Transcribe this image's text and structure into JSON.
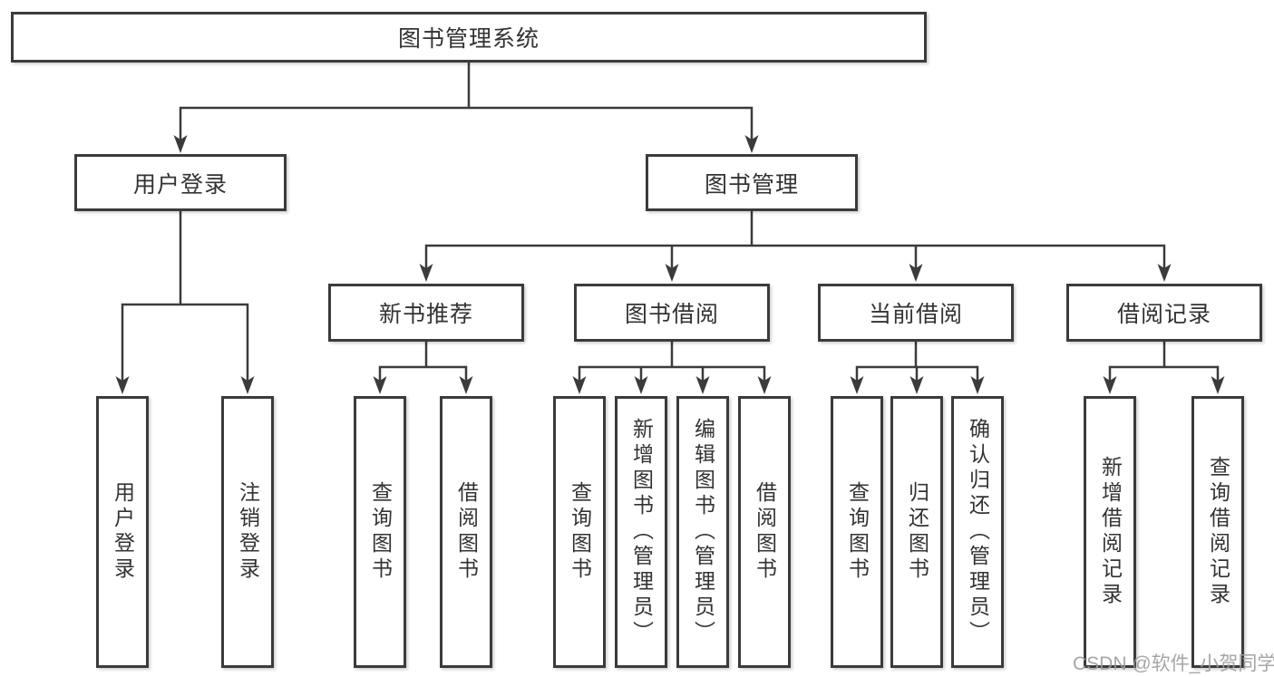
{
  "tree": {
    "root": {
      "label": "图书管理系统",
      "children": [
        {
          "label": "用户登录",
          "children": [
            {
              "label": "用户登录"
            },
            {
              "label": "注销登录"
            }
          ]
        },
        {
          "label": "图书管理",
          "children": [
            {
              "label": "新书推荐",
              "children": [
                {
                  "label": "查询图书"
                },
                {
                  "label": "借阅图书"
                }
              ]
            },
            {
              "label": "图书借阅",
              "children": [
                {
                  "label": "查询图书"
                },
                {
                  "label": "新增图书（管理员）"
                },
                {
                  "label": "编辑图书（管理员）"
                },
                {
                  "label": "借阅图书"
                }
              ]
            },
            {
              "label": "当前借阅",
              "children": [
                {
                  "label": "查询图书"
                },
                {
                  "label": "归还图书"
                },
                {
                  "label": "确认归还（管理员）"
                }
              ]
            },
            {
              "label": "借阅记录",
              "children": [
                {
                  "label": "新增借阅记录"
                },
                {
                  "label": "查询借阅记录"
                }
              ]
            }
          ]
        }
      ]
    }
  },
  "watermark": {
    "text": "CSDN @软件_小贺同学"
  },
  "colors": {
    "line": "#3b3b3b",
    "text": "#333333",
    "watermark": "#9e9e9e",
    "background": "#ffffff"
  }
}
